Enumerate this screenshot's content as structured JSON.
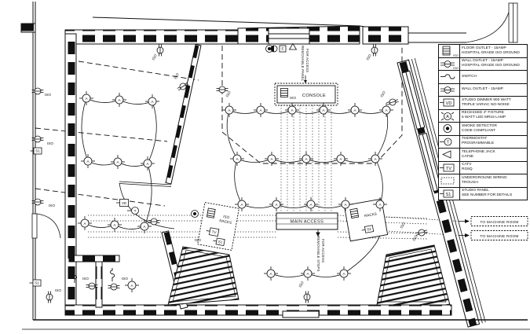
{
  "symbols": {
    "fixture": "A",
    "thermostat": "T",
    "dimmer": "VD",
    "catv": "TV",
    "panel": "S1",
    "exit": "E"
  },
  "labels": {
    "iso": "ISO",
    "console": "CONSOLE",
    "main_access": "MAIN ACCESS",
    "removable_panel_1": "REMOVABLE PANEL",
    "removable_panel_2": "FOR ACCESS",
    "removable_steps_1": "REMOVABLE STEPS",
    "removable_steps_2": "FOR ACCESS",
    "iso_racks_1": "ISO",
    "iso_racks_2": "RACKS",
    "racks": "RACKS",
    "to_machine_room": "TO MACHINE ROOM"
  },
  "legend": {
    "items": [
      {
        "tag": "ISO",
        "line1": "FLOOR OUTLET - 15AMP",
        "line2": "HOSPITAL GRADE ISO GROUND"
      },
      {
        "tag": "ISO",
        "line1": "WALL OUTLET - 15AMP",
        "line2": "HOSPITAL GRADE ISO GROUND"
      },
      {
        "tag": "",
        "line1": "SWITCH",
        "line2": ""
      },
      {
        "tag": "",
        "line1": "WALL OUTLET - 15AMP",
        "line2": ""
      },
      {
        "tag": "",
        "line1": "STUDIO DIMMER 900 WATT",
        "line2": "TRIPLE VARIAC NO-NOISE"
      },
      {
        "tag": "",
        "line1": "RECESSED 4\" FIXTURE",
        "line2": "5 WATT LED MR16 LAMP"
      },
      {
        "tag": "",
        "line1": "SMOKE DETECTOR",
        "line2": "CODE COMPLIANT"
      },
      {
        "tag": "",
        "line1": "THERMOSTAT",
        "line2": "PROGRAMMABLE"
      },
      {
        "tag": "",
        "line1": "TELEPHONE JACK",
        "line2": "CAT5E"
      },
      {
        "tag": "",
        "line1": "CATV",
        "line2": "RG6Q"
      },
      {
        "tag": "",
        "line1": "UNDERGROUND WIRING",
        "line2": "TROUGH"
      },
      {
        "tag": "",
        "line1": "STUDIO PANEL",
        "line2": "SEE NUMBER FOR DETAILS"
      }
    ]
  }
}
